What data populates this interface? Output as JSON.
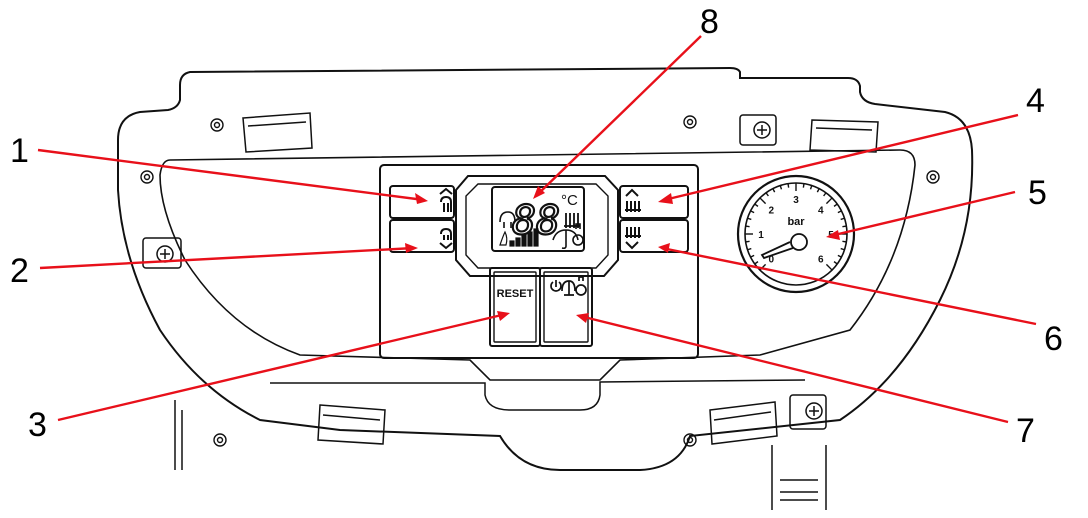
{
  "callouts": [
    {
      "id": "1",
      "label": "1"
    },
    {
      "id": "2",
      "label": "2"
    },
    {
      "id": "3",
      "label": "3"
    },
    {
      "id": "4",
      "label": "4"
    },
    {
      "id": "5",
      "label": "5"
    },
    {
      "id": "6",
      "label": "6"
    },
    {
      "id": "7",
      "label": "7"
    },
    {
      "id": "8",
      "label": "8"
    }
  ],
  "buttons": {
    "reset_label": "RESET"
  },
  "display": {
    "digits": "88",
    "unit": "°C"
  },
  "gauge": {
    "unit": "bar",
    "ticks": [
      "0",
      "1",
      "2",
      "3",
      "4",
      "5",
      "6"
    ]
  },
  "colors": {
    "callout_line": "#e8101a",
    "outline": "#111111"
  },
  "icons": {
    "dhw_up": "tap-up-arrow-icon",
    "dhw_down": "tap-down-arrow-icon",
    "heating_up": "radiator-up-arrow-icon",
    "heating_down": "radiator-down-arrow-icon",
    "mode": "power-summer-winter-icon"
  }
}
